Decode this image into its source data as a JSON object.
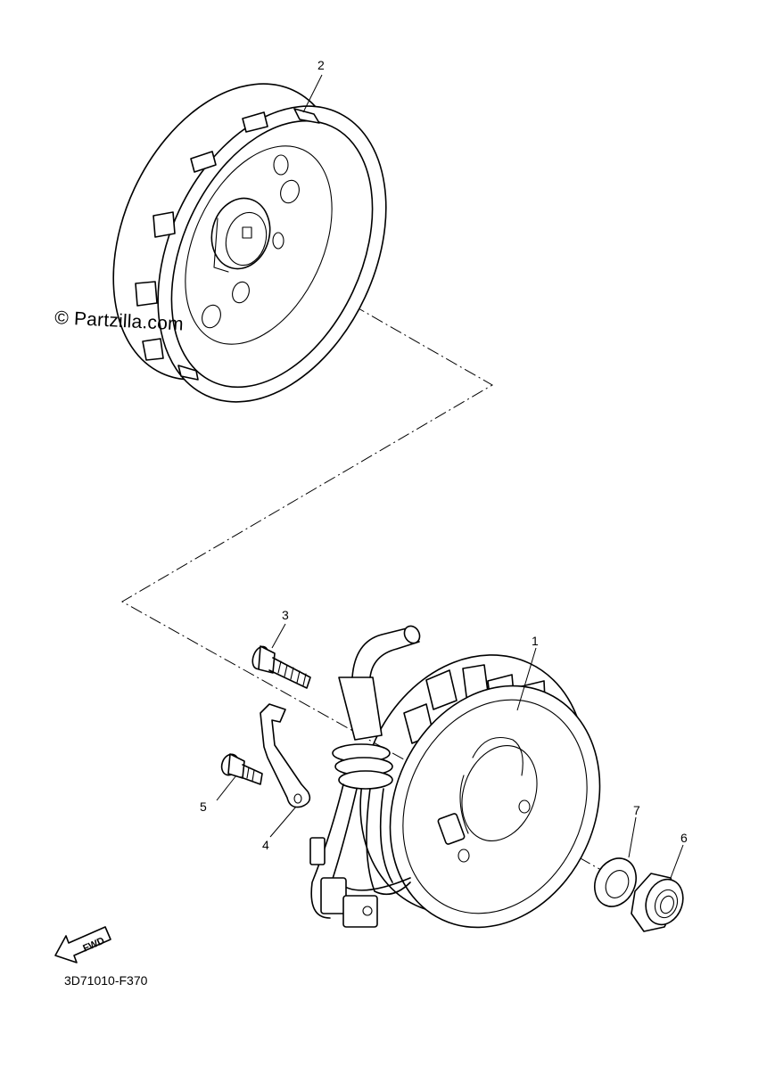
{
  "diagram": {
    "watermark": "© Partzilla.com",
    "diagram_code": "3D71010-F370",
    "fwd_label": "FWD",
    "callouts": {
      "c1": "1",
      "c2": "2",
      "c3": "3",
      "c4": "4",
      "c5": "5",
      "c6": "6",
      "c7": "7"
    },
    "parts": {
      "p1": "stator-assembly",
      "p2": "rotor-assembly",
      "p3": "bolt",
      "p4": "clamp",
      "p5": "screw",
      "p6": "nut",
      "p7": "washer"
    }
  }
}
